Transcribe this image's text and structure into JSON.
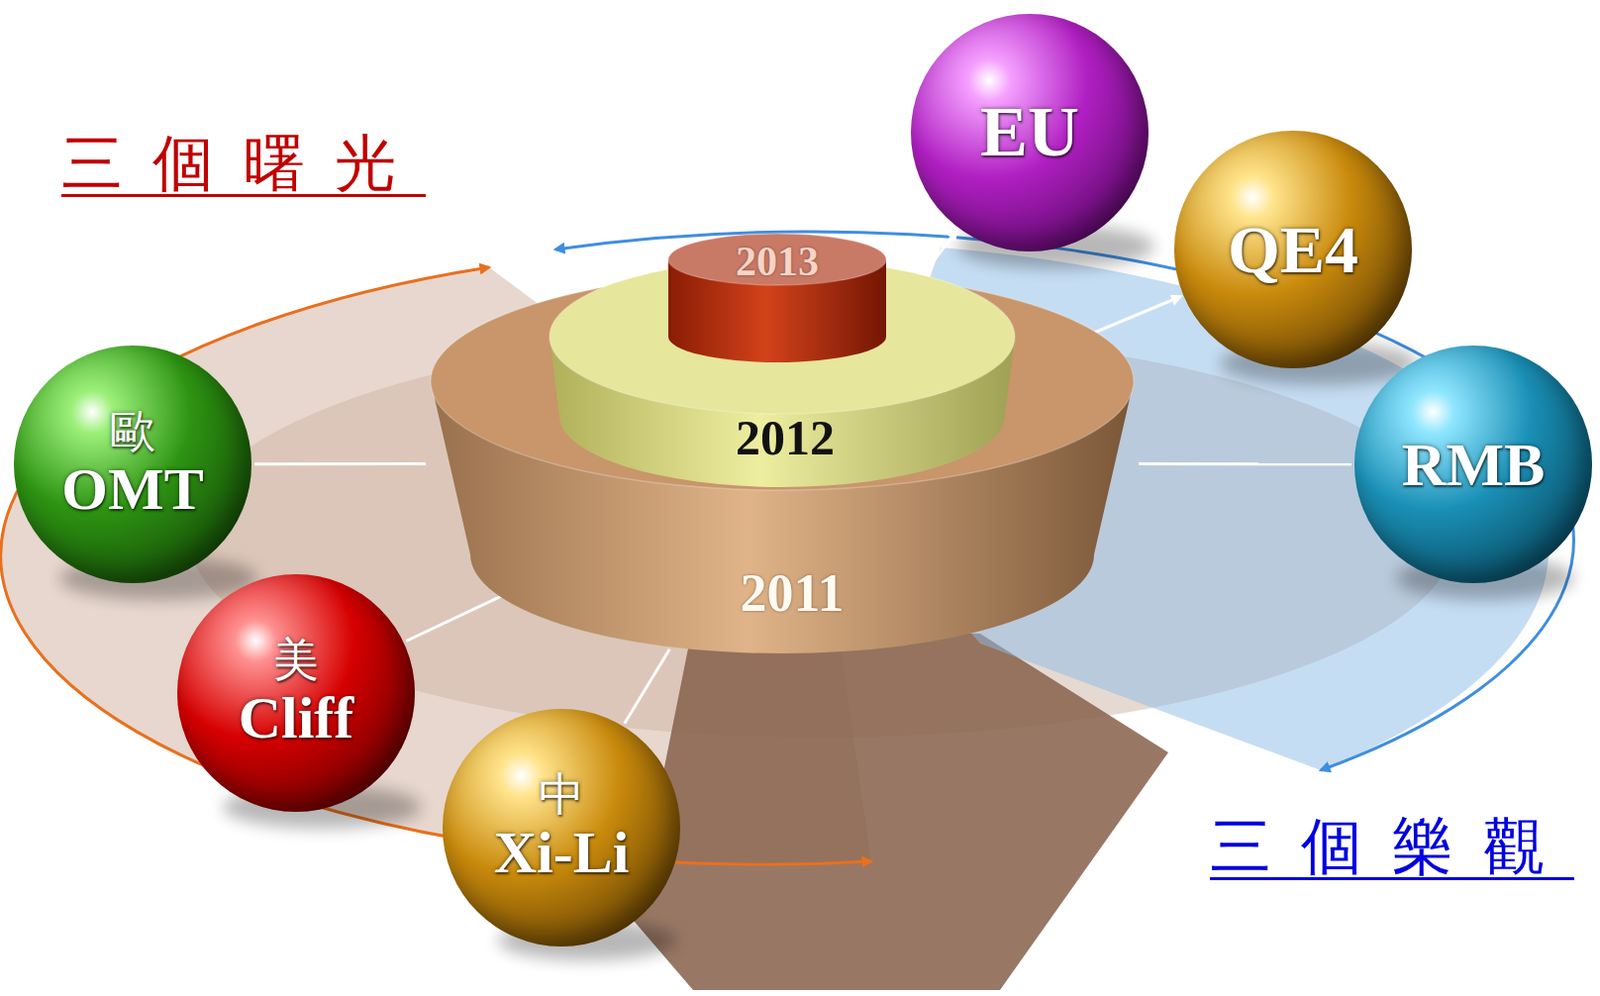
{
  "diagram": {
    "nodes": [
      {
        "text": [
          "歐",
          "OMT"
        ]
      },
      {
        "text": [
          "美",
          "Cliff"
        ]
      },
      {
        "text": [
          "中",
          "Xi-Li"
        ]
      },
      {
        "text": [
          "2013"
        ]
      },
      {
        "text": [
          "2012"
        ]
      },
      {
        "text": [
          "2011"
        ]
      },
      {
        "text": [
          "EU"
        ]
      },
      {
        "text": [
          "QE4"
        ]
      },
      {
        "text": [
          "RMB"
        ]
      }
    ],
    "edges": [
      {
        "from": 5,
        "to": 0,
        "arrow": "none"
      },
      {
        "from": 5,
        "to": 1,
        "arrow": "none"
      },
      {
        "from": 5,
        "to": 2,
        "arrow": "none"
      },
      {
        "from": 5,
        "to": 6,
        "arrow": "to"
      },
      {
        "from": 5,
        "to": 7,
        "arrow": "to"
      },
      {
        "from": 5,
        "to": 8,
        "arrow": "none"
      }
    ],
    "labels": [
      "三個曙光",
      "三個樂觀"
    ]
  }
}
